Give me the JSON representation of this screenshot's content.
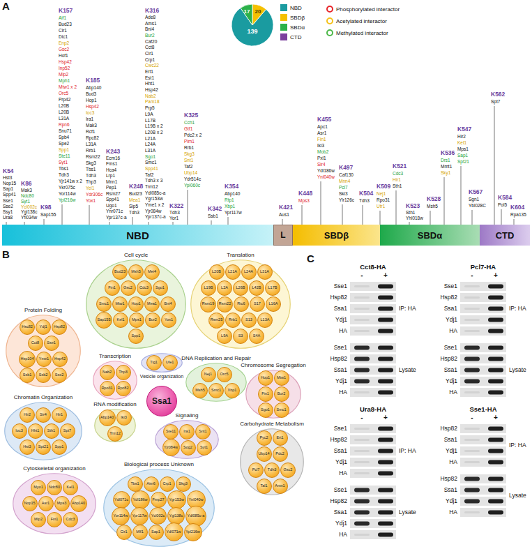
{
  "diagram": {
    "nodes": [
      {
        "text": [
          "NBD"
        ]
      },
      {
        "text": [
          "L"
        ]
      },
      {
        "text": [
          "SBDβ"
        ]
      },
      {
        "text": [
          "SBDα"
        ]
      },
      {
        "text": [
          "CTD"
        ]
      },
      {
        "text": [
          "Protein Folding"
        ]
      },
      {
        "text": [
          "Hsc82"
        ],
        "in": 5
      },
      {
        "text": [
          "Ydj1"
        ],
        "in": 5
      },
      {
        "text": [
          "Hsp82"
        ],
        "in": 5
      },
      {
        "text": [
          "Cct8"
        ],
        "in": 5
      },
      {
        "text": [
          "Sse1"
        ],
        "in": 5
      },
      {
        "text": [
          "Hsp104"
        ],
        "in": 5
      },
      {
        "text": [
          "Yme1"
        ],
        "in": 5
      },
      {
        "text": [
          "Hsp42"
        ],
        "in": 5
      },
      {
        "text": [
          "Ssb1"
        ],
        "in": 5
      },
      {
        "text": [
          "Ssb2"
        ],
        "in": 5
      },
      {
        "text": [
          "Sse2"
        ],
        "in": 5
      },
      {
        "text": [
          "Cell cycle"
        ]
      },
      {
        "text": [
          "Bud23"
        ],
        "in": 17
      },
      {
        "text": [
          "Msh5"
        ],
        "in": 17
      },
      {
        "text": [
          "Mei4"
        ],
        "in": 17
      },
      {
        "text": [
          "Fin1"
        ],
        "in": 17
      },
      {
        "text": [
          "Gsc2"
        ],
        "in": 17
      },
      {
        "text": [
          "Cdc3"
        ],
        "in": 17
      },
      {
        "text": [
          "Sgo1"
        ],
        "in": 17
      },
      {
        "text": [
          "Smc1"
        ],
        "in": 17
      },
      {
        "text": [
          "Mtw1"
        ],
        "in": 17
      },
      {
        "text": [
          "Hop1"
        ],
        "in": 17
      },
      {
        "text": [
          "Mea1"
        ],
        "in": 17
      },
      {
        "text": [
          "Bni4"
        ],
        "in": 17
      },
      {
        "text": [
          "Sap155"
        ],
        "in": 17
      },
      {
        "text": [
          "Kel1"
        ],
        "in": 17
      },
      {
        "text": [
          "Mps1"
        ],
        "in": 17
      },
      {
        "text": [
          "Bur2"
        ],
        "in": 17
      },
      {
        "text": [
          "Yox1"
        ],
        "in": 17
      },
      {
        "text": [
          "Spp1"
        ],
        "in": 17
      },
      {
        "text": [
          "Translation"
        ]
      },
      {
        "text": [
          "L20B"
        ],
        "in": 36
      },
      {
        "text": [
          "L21A"
        ],
        "in": 36
      },
      {
        "text": [
          "L24A"
        ],
        "in": 36
      },
      {
        "text": [
          "L31A"
        ],
        "in": 36
      },
      {
        "text": [
          "L19B"
        ],
        "in": 36
      },
      {
        "text": [
          "L2A"
        ],
        "in": 36
      },
      {
        "text": [
          "L26B"
        ],
        "in": 36
      },
      {
        "text": [
          "L42B"
        ],
        "in": 36
      },
      {
        "text": [
          "L17B"
        ],
        "in": 36
      },
      {
        "text": [
          "Rsm19"
        ],
        "in": 36
      },
      {
        "text": [
          "Rsm22"
        ],
        "in": 36
      },
      {
        "text": [
          "Rtc6"
        ],
        "in": 36
      },
      {
        "text": [
          "S17"
        ],
        "in": 36
      },
      {
        "text": [
          "L16A"
        ],
        "in": 36
      },
      {
        "text": [
          "Rsm25"
        ],
        "in": 36
      },
      {
        "text": [
          "Rrb1"
        ],
        "in": 36
      },
      {
        "text": [
          "S13"
        ],
        "in": 36
      },
      {
        "text": [
          "L13A"
        ],
        "in": 36
      },
      {
        "text": [
          "L9A"
        ],
        "in": 36
      },
      {
        "text": [
          "S3"
        ],
        "in": 36
      },
      {
        "text": [
          "S4A"
        ],
        "in": 36
      },
      {
        "text": [
          "Chromatin Organization"
        ]
      },
      {
        "text": [
          "Hir2"
        ],
        "in": 58
      },
      {
        "text": [
          "Sir4"
        ],
        "in": 58
      },
      {
        "text": [
          "Hir1"
        ],
        "in": 58
      },
      {
        "text": [
          "Ioc3"
        ],
        "in": 58
      },
      {
        "text": [
          "Hht1"
        ],
        "in": 58
      },
      {
        "text": [
          "Sth1"
        ],
        "in": 58
      },
      {
        "text": [
          "Spt7"
        ],
        "in": 58
      },
      {
        "text": [
          "Hst3"
        ],
        "in": 58
      },
      {
        "text": [
          "Spt21"
        ],
        "in": 58
      },
      {
        "text": [
          "Spp1"
        ],
        "in": 58
      },
      {
        "text": [
          "Transcription"
        ]
      },
      {
        "text": [
          "Nab2"
        ],
        "in": 69
      },
      {
        "text": [
          "Thp3"
        ],
        "in": 69
      },
      {
        "text": [
          "Rpo31"
        ],
        "in": 69
      },
      {
        "text": [
          "Rpc82"
        ],
        "in": 69
      },
      {
        "text": [
          "Vesicle organization"
        ]
      },
      {
        "text": [
          "Tlg1"
        ],
        "in": 74
      },
      {
        "text": [
          "Ufe1"
        ],
        "in": 74
      },
      {
        "text": [
          "Ssa1"
        ]
      },
      {
        "text": [
          "DNA Replication and Repair"
        ]
      },
      {
        "text": [
          "Nej1"
        ],
        "in": 78
      },
      {
        "text": [
          "Orc5"
        ],
        "in": 78
      },
      {
        "text": [
          "Msh5"
        ],
        "in": 78
      },
      {
        "text": [
          "Smc1"
        ],
        "in": 78
      },
      {
        "text": [
          "Xbp1"
        ],
        "in": 78
      },
      {
        "text": [
          "Chromosome Segregation"
        ]
      },
      {
        "text": [
          "Hop1"
        ],
        "in": 84
      },
      {
        "text": [
          "Mtw1"
        ],
        "in": 84
      },
      {
        "text": [
          "Fin1"
        ],
        "in": 84
      },
      {
        "text": [
          "Bur2"
        ],
        "in": 84
      },
      {
        "text": [
          "Sgo1"
        ],
        "in": 84
      },
      {
        "text": [
          "Smc1"
        ],
        "in": 84
      },
      {
        "text": [
          "RNA modification"
        ]
      },
      {
        "text": [
          "Abp140"
        ],
        "in": 91
      },
      {
        "text": [
          "Iki3"
        ],
        "in": 91
      },
      {
        "text": [
          "Trm12"
        ],
        "in": 91
      },
      {
        "text": [
          "Signaling"
        ]
      },
      {
        "text": [
          "Ste11"
        ],
        "in": 95
      },
      {
        "text": [
          "Ira1"
        ],
        "in": 95
      },
      {
        "text": [
          "Snt1"
        ],
        "in": 95
      },
      {
        "text": [
          "Yjr084w"
        ],
        "in": 95
      },
      {
        "text": [
          "Sog2"
        ],
        "in": 95
      },
      {
        "text": [
          "Syt1"
        ],
        "in": 95
      },
      {
        "text": [
          "Carbohydrate Metabolism"
        ]
      },
      {
        "text": [
          "Pyc2"
        ],
        "in": 102
      },
      {
        "text": [
          "Ert1"
        ],
        "in": 102
      },
      {
        "text": [
          "Ubp14"
        ],
        "in": 102
      },
      {
        "text": [
          "Pdc2"
        ],
        "in": 102
      },
      {
        "text": [
          "Pcl7"
        ],
        "in": 102
      },
      {
        "text": [
          "Tdh3"
        ],
        "in": 102
      },
      {
        "text": [
          "Gsc2"
        ],
        "in": 102
      },
      {
        "text": [
          "Tal1"
        ],
        "in": 102
      },
      {
        "text": [
          "Amn1"
        ],
        "in": 102
      },
      {
        "text": [
          "Cytoskeletal organization"
        ]
      },
      {
        "text": [
          "Myo1"
        ],
        "in": 112
      },
      {
        "text": [
          "Ndc80"
        ],
        "in": 112
      },
      {
        "text": [
          "Kel1"
        ],
        "in": 112
      },
      {
        "text": [
          "Nop15"
        ],
        "in": 112
      },
      {
        "text": [
          "Asr1"
        ],
        "in": 112
      },
      {
        "text": [
          "Mps3"
        ],
        "in": 112
      },
      {
        "text": [
          "Abp140"
        ],
        "in": 112
      },
      {
        "text": [
          "Mlp2"
        ],
        "in": 112
      },
      {
        "text": [
          "Fin1"
        ],
        "in": 112
      },
      {
        "text": [
          "Cdc3"
        ],
        "in": 112
      },
      {
        "text": [
          "Biological process Unknown"
        ]
      },
      {
        "text": [
          "Tbs1"
        ],
        "in": 123
      },
      {
        "text": [
          "Aim6"
        ],
        "in": 123
      },
      {
        "text": [
          "Crp1"
        ],
        "in": 123
      },
      {
        "text": [
          "Skg3"
        ],
        "in": 123
      },
      {
        "text": [
          "Ydl071c"
        ],
        "in": 123
      },
      {
        "text": [
          "Ydl186w"
        ],
        "in": 123
      },
      {
        "text": [
          "Fmp27"
        ],
        "in": 123
      },
      {
        "text": [
          "Ygr153w"
        ],
        "in": 123
      },
      {
        "text": [
          "Ynl040w"
        ],
        "in": 123
      },
      {
        "text": [
          "Yor114w"
        ],
        "in": 123
      },
      {
        "text": [
          "Ypr117w"
        ],
        "in": 123
      },
      {
        "text": [
          "Ycl002c"
        ],
        "in": 123
      },
      {
        "text": [
          "Ygl138c"
        ],
        "in": 123
      },
      {
        "text": [
          "Ydl085c-a"
        ],
        "in": 123
      },
      {
        "text": [
          "Cir1"
        ],
        "in": 123
      },
      {
        "text": [
          "Mlf1"
        ],
        "in": 123
      },
      {
        "text": [
          "Sap1"
        ],
        "in": 123
      },
      {
        "text": [
          "Ydl071w"
        ],
        "in": 123
      },
      {
        "text": [
          "Ypl216w"
        ],
        "in": 123
      }
    ],
    "labels": [
      "A",
      "K54",
      "Hst3",
      "Nop15",
      "Sap1",
      "Spp41",
      "Sse1",
      "Sse2",
      "Ssy1",
      "Ura8",
      "K86",
      "Mak3",
      "Ndc80",
      "Syt1",
      "Ycl002c",
      "Ygl138c",
      "Yfl034w",
      "K98",
      "Sap155",
      "K157",
      "Aif1",
      "Bud23",
      "Cir1",
      "Dic1",
      "Enp2",
      "Gsc2",
      "Hof1",
      "Hsp42",
      "Inp52",
      "Mlp2",
      "Mph1",
      "Mtw1 x 2",
      "Orc5",
      "Prp42",
      "L20B",
      "L20B",
      "L31A",
      "Rpn6",
      "Snu71",
      "Spb4",
      "Spe2",
      "Spp1",
      "Ste11",
      "Syt1",
      "Tbs1",
      "Tdh3",
      "Yjr141w x 2",
      "Ykr075c",
      "Yor114w",
      "Ypl216w",
      "K185",
      "Abp140",
      "Bud3",
      "Hop1",
      "Hsp42",
      "Ioc3",
      "Ira1",
      "Mak3",
      "Rcf1",
      "Rpc82",
      "L31A",
      "Rrb1",
      "Rsm22",
      "Skg3",
      "Tbs1",
      "Tdh3",
      "Thp3",
      "Yel1",
      "Ydr306c",
      "Yox1",
      "K243",
      "Ecm16",
      "Fms1",
      "Hca4",
      "Lrp1",
      "Mnn1",
      "Pep1",
      "Rsm27",
      "Spp41",
      "Ugo1",
      "Ynr071c",
      "Ypr137c-a",
      "K248",
      "Bud23",
      "Mea1",
      "Sip5",
      "Tdh3",
      "K316",
      "Ade8",
      "Ams1",
      "Bni4",
      "Bur2",
      "Caf20",
      "Cct8",
      "Cir1",
      "Crp1",
      "Cwc22",
      "Ert1",
      "Est1",
      "Hht1",
      "Hsp42",
      "Nab2",
      "Pam18",
      "Prp5",
      "L9A",
      "L17B",
      "L19B x 2",
      "L20B x 2",
      "L21A",
      "L24A",
      "L31A",
      "Sgo1",
      "Smc1",
      "Spp41",
      "Taf2",
      "Tdh3 x 3",
      "Trm12",
      "Ydl085c-a",
      "Ygr153w",
      "Yme1 x 2",
      "Yjr084w",
      "Ypr137c-a",
      "K322",
      "Tdh3",
      "Yor1",
      "K325",
      "Cch1",
      "Gtf1",
      "Pdc2 x 2",
      "Pim1",
      "Rrb1",
      "Skg3",
      "Snt1",
      "Taf2",
      "Ubp14",
      "Ydr514c",
      "Ypl060c",
      "K342",
      "Ssb1",
      "K354",
      "Abp140",
      "Rtp1",
      "Xbp1",
      "Ypr117w",
      "K421",
      "Aus1",
      "K448",
      "Mps3",
      "K455",
      "Apc1",
      "Asr1",
      "Fin1",
      "Iki3",
      "Mob2",
      "Pxl1",
      "Sir4",
      "Ydl186w",
      "Ynl040w",
      "K497",
      "Caf130",
      "Mnn4",
      "Pcl7",
      "Ski3",
      "Ylr126c",
      "K504",
      "Tdh3",
      "K509",
      "Nej1",
      "Rpo31",
      "Utr1",
      "K521",
      "Cdc3",
      "Hir1",
      "Sth1",
      "K523",
      "Sth1",
      "Yhl018w",
      "K528",
      "Msh5",
      "K536",
      "Drs1",
      "Mmt1",
      "Sky1",
      "K547",
      "Hir2",
      "Kel1",
      "Mps1",
      "Sap1",
      "Spt21",
      "K562",
      "Spt7",
      "K567",
      "Sgn1",
      "Ybl028C",
      "K584",
      "Pol5",
      "K604",
      "Rpa135",
      "139",
      "20",
      "17",
      "B",
      "C",
      "Cct8-HA",
      "-",
      "+",
      "Sse1",
      "Hsp82",
      "Ssa1",
      "Ydj1",
      "HA",
      "IP: HA",
      "Sse1",
      "Hsp82",
      "Ssa1",
      "Ydj1",
      "HA",
      "Lysate",
      "Pcl7-HA",
      "-",
      "+",
      "Sse1",
      "Hsp82",
      "Ssa1",
      "Ydj1",
      "HA",
      "IP: HA",
      "Sse1",
      "Hsp82",
      "Ssa1",
      "Ydj1",
      "HA",
      "Lysate",
      "Ura8-HA",
      "-",
      "+",
      "Sse1",
      "Hsp82",
      "Ssa1",
      "Ydj1",
      "HA",
      "IP: HA",
      "Sse1",
      "Hsp82",
      "Ssa1",
      "Ydj1",
      "HA",
      "Lysate",
      "Sse1-HA",
      "-",
      "+",
      "Hsp82",
      "Ssa1",
      "Ydj1",
      "HA",
      "IP: HA",
      "Hsp82",
      "Ssa1",
      "Ydj1",
      "HA",
      "Lysate"
    ],
    "legend": [
      {
        "text": "NBD",
        "color": "#1a9ba0"
      },
      {
        "text": "SBDβ",
        "color": "#f5c000"
      },
      {
        "text": "SBDα",
        "color": "#2bb14a"
      },
      {
        "text": "CTD",
        "color": "#7b3f9e"
      },
      {
        "text": "Phosphorylated interactor",
        "color": "#e8262b"
      },
      {
        "text": "Acetylated interactor",
        "color": "#f5c21b"
      },
      {
        "text": "Methylated interactor",
        "color": "#4cb848"
      }
    ]
  }
}
